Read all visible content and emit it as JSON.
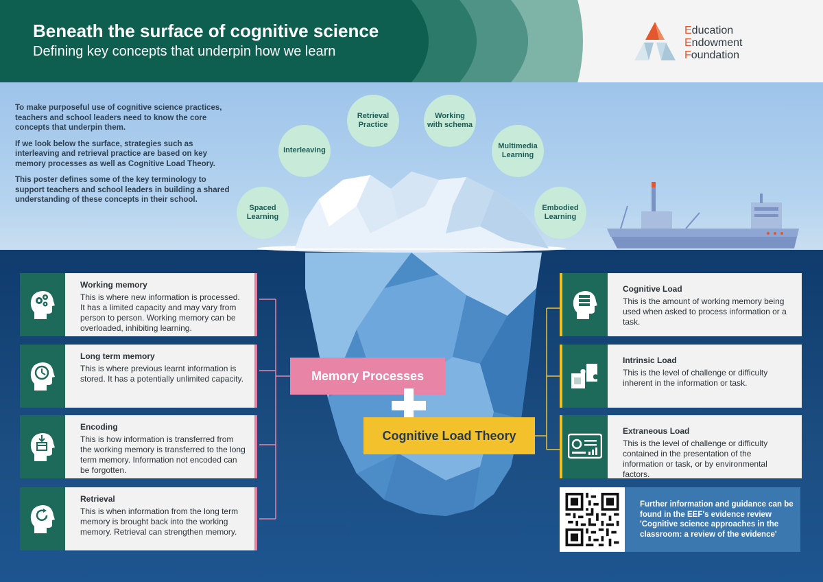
{
  "header": {
    "title": "Beneath the surface of cognitive science",
    "subtitle": "Defining key concepts that underpin how we learn",
    "logo_lines": [
      {
        "cap": "E",
        "rest": "ducation"
      },
      {
        "cap": "E",
        "rest": "ndowment"
      },
      {
        "cap": "F",
        "rest": "oundation"
      }
    ]
  },
  "intro": {
    "p1": "To make purposeful use of cognitive science practices, teachers and school leaders need to know the core concepts that underpin them.",
    "p2": "If we look below the surface, strategies such as interleaving and retrieval practice are based on key memory processes as well as Cognitive Load Theory.",
    "p3": "This poster defines some of the key terminology to support teachers and school leaders in building a shared understanding of these concepts in their school."
  },
  "strategies": {
    "spaced": "Spaced Learning",
    "interleaving": "Interleaving",
    "retrieval": "Retrieval Practice",
    "schema": "Working with schema",
    "multimedia": "Multimedia Learning",
    "embodied": "Embodied Learning"
  },
  "memory_cards": [
    {
      "title": "Working memory",
      "body": "This is where new information is processed. It has a limited capacity and may vary from person to person. Working memory can be overloaded, inhibiting learning."
    },
    {
      "title": "Long term memory",
      "body": "This is where previous learnt information is stored. It has a potentially unlimited capacity."
    },
    {
      "title": "Encoding",
      "body": "This is how information is transferred from the working memory is transferred to the long term memory. Information not encoded can be forgotten."
    },
    {
      "title": "Retrieval",
      "body": "This is when information from the long term memory is brought back into the working memory. Retrieval can strengthen memory."
    }
  ],
  "load_cards": [
    {
      "title": "Cognitive Load",
      "body": "This is the amount of working memory being used when asked to process information or a task."
    },
    {
      "title": "Intrinsic Load",
      "body": "This is the level of challenge or difficulty inherent in the information or task."
    },
    {
      "title": "Extraneous Load",
      "body": "This is the level of challenge or difficulty contained in the presentation of the information or task, or by environmental factors."
    }
  ],
  "center": {
    "memory_processes": "Memory Processes",
    "cognitive_load_theory": "Cognitive Load Theory"
  },
  "further": "Further information and guidance can be found in the EEF's evidence review 'Cognitive science approaches in the classroom: a review of the evidence'",
  "colors": {
    "header_green": "#0f5f50",
    "pink": "#e885a7",
    "yellow": "#f3c12c",
    "teal_icon": "#1d6a5b",
    "eef_orange": "#e4572e"
  },
  "icons": [
    "gears-head-icon",
    "clock-head-icon",
    "box-head-icon",
    "refresh-head-icon",
    "stack-head-icon",
    "puzzle-icon",
    "dashboard-icon",
    "qr-code-icon",
    "plus-icon",
    "ship-icon",
    "iceberg-icon"
  ]
}
